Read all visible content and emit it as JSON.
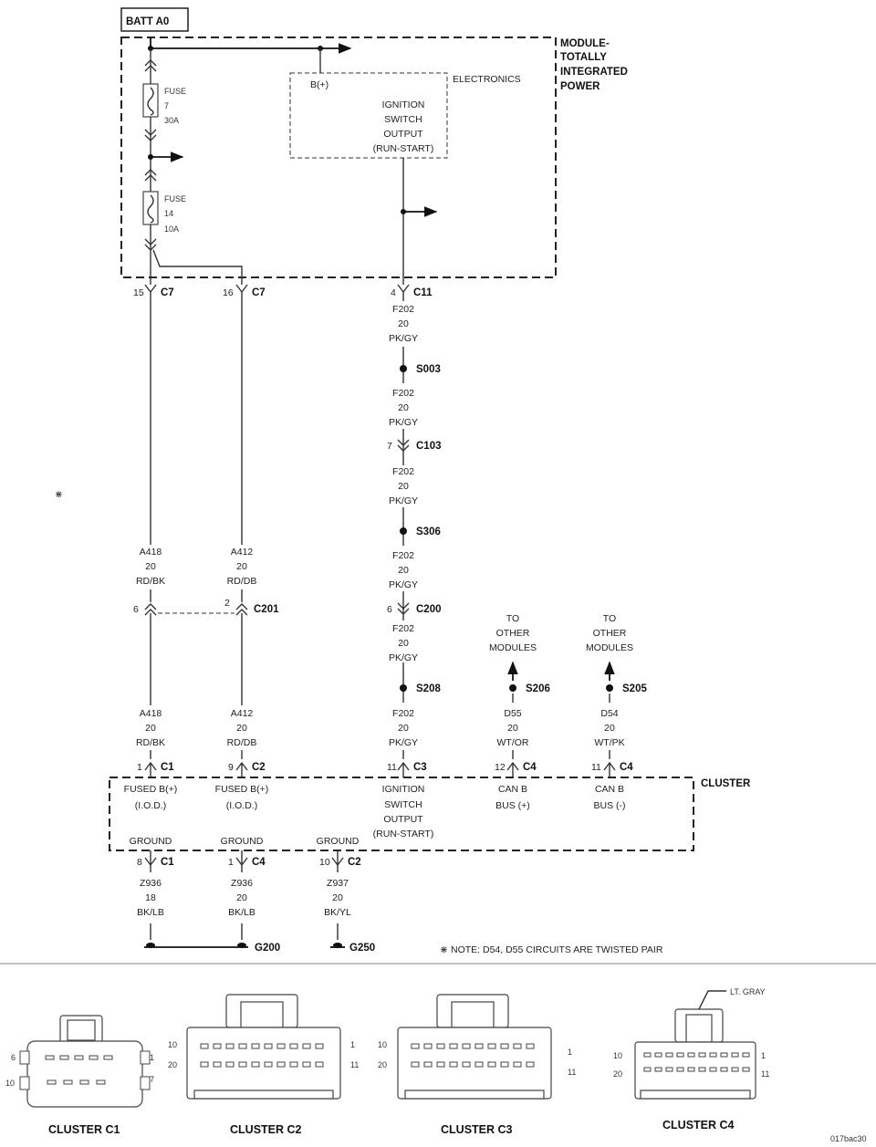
{
  "batt": "BATT A0",
  "module": {
    "l1": "MODULE-",
    "l2": "TOTALLY",
    "l3": "INTEGRATED",
    "l4": "POWER"
  },
  "electronics": "ELECTRONICS",
  "bplus": "B(+)",
  "ign_out": {
    "l1": "IGNITION",
    "l2": "SWITCH",
    "l3": "OUTPUT",
    "l4": "(RUN-START)"
  },
  "fuse7": {
    "l1": "FUSE",
    "l2": "7",
    "l3": "30A"
  },
  "fuse14": {
    "l1": "FUSE",
    "l2": "14",
    "l3": "10A"
  },
  "conn": {
    "c7a_pin": "15",
    "c7a": "C7",
    "c7b_pin": "16",
    "c7b": "C7",
    "c11_pin": "4",
    "c11": "C11",
    "c103_pin": "7",
    "c103": "C103",
    "c200_pin": "6",
    "c200": "C200",
    "c201_pin_a": "6",
    "c201_pin_b": "2",
    "c201": "C201",
    "c1_pin": "1",
    "c1": "C1",
    "c2_pin": "9",
    "c2": "C2",
    "c3_pin": "11",
    "c3": "C3",
    "c4a_pin": "12",
    "c4a": "C4",
    "c4b_pin": "11",
    "c4b": "C4",
    "g1_pin": "8",
    "g1": "C1",
    "g2_pin": "1",
    "g2": "C4",
    "g3_pin": "10",
    "g3": "C2"
  },
  "wires": {
    "f202": "F202",
    "g20": "20",
    "pkgy": "PK/GY",
    "a418": "A418",
    "rdbk": "RD/BK",
    "a412": "A412",
    "rddb": "RD/DB",
    "d55": "D55",
    "wtor": "WT/OR",
    "d54": "D54",
    "wtpk": "WT/PK",
    "z936": "Z936",
    "g18": "18",
    "bklb": "BK/LB",
    "z937": "Z937",
    "bkyl": "BK/YL"
  },
  "splices": {
    "s003": "S003",
    "s306": "S306",
    "s208": "S208",
    "s206": "S206",
    "s205": "S205"
  },
  "to_other": {
    "l1": "TO",
    "l2": "OTHER",
    "l3": "MODULES"
  },
  "cluster": {
    "title": "CLUSTER",
    "fused1": "FUSED B(+)",
    "fused2": "(I.O.D.)",
    "ign1": "IGNITION",
    "ign2": "SWITCH",
    "ign3": "OUTPUT",
    "ign4": "(RUN-START)",
    "canb": "CAN B",
    "busp": "BUS (+)",
    "busm": "BUS (-)",
    "ground": "GROUND"
  },
  "grounds": {
    "g200": "G200",
    "g250": "G250"
  },
  "note": "NOTE:  D54, D55    CIRCUITS ARE TWISTED PAIR",
  "twist_mark": "⋇",
  "connectors": {
    "c1": {
      "label": "CLUSTER C1",
      "pin_tl": "6",
      "pin_bl": "10",
      "pin_tr": "1",
      "pin_br": "7"
    },
    "c2": {
      "label": "CLUSTER C2",
      "pin_tl": "10",
      "pin_bl": "20",
      "pin_tr": "1",
      "pin_br": "11"
    },
    "c3": {
      "label": "CLUSTER C3",
      "pin_tl": "10",
      "pin_bl": "20",
      "pin_tr": "1",
      "pin_br": "11"
    },
    "c4": {
      "label": "CLUSTER C4",
      "pin_tl": "10",
      "pin_bl": "20",
      "pin_tr": "1",
      "pin_br": "11",
      "color_note": "LT. GRAY"
    }
  },
  "figure_id": "017bac30"
}
